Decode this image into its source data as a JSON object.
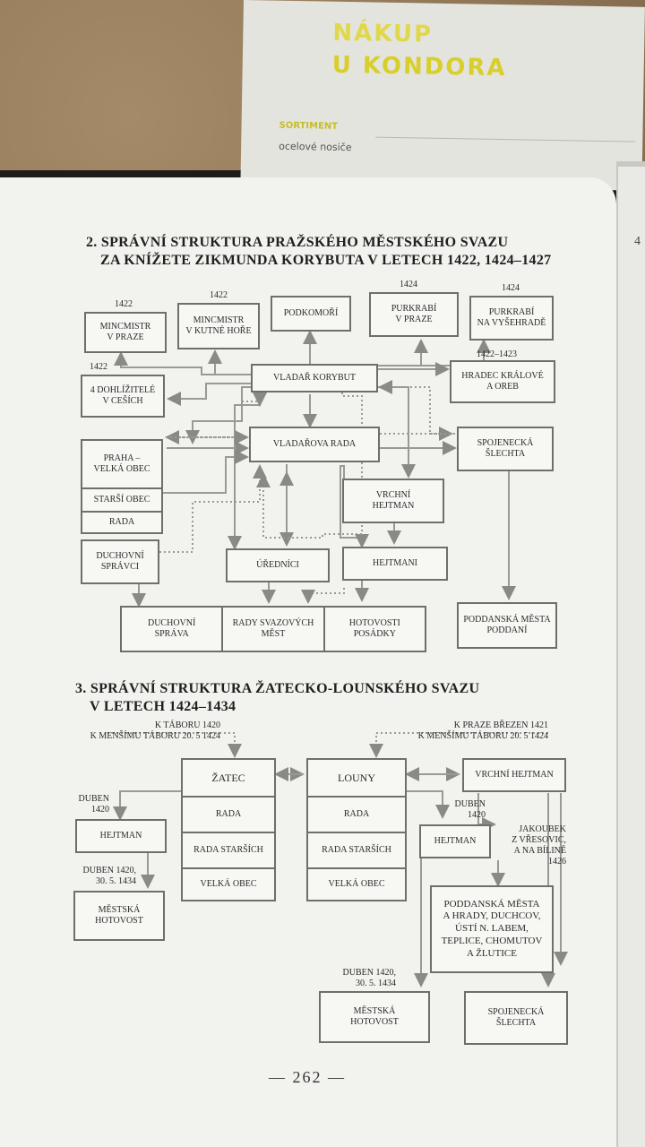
{
  "background": {
    "flyer_title_1": "NÁKUP",
    "flyer_title_2": "U KONDORA",
    "flyer_section": "SORTIMENT",
    "flyer_item": "ocelové nosiče",
    "right_page_fragment": "4"
  },
  "section2": {
    "title_line1": "2. SPRÁVNÍ STRUKTURA PRAŽSKÉHO MĚSTSKÉHO SVAZU",
    "title_line2": "ZA KNÍŽETE ZIKMUNDA KORYBUTA V LETECH 1422, 1424–1427",
    "boxes": {
      "mincmistr_praha": {
        "year": "1422",
        "label": "MINCMISTR\nV PRAZE"
      },
      "mincmistr_kutna": {
        "year": "1422",
        "label": "MINCMISTR\nV KUTNÉ HOŘE"
      },
      "podkomori": {
        "label": "PODKOMOŘÍ"
      },
      "purkrabi_praha": {
        "year": "1424",
        "label": "PURKRABÍ\nV PRAZE"
      },
      "purkrabi_vysehrad": {
        "year": "1424",
        "label": "PURKRABÍ\nNA VYŠEHRADĚ"
      },
      "dohlizitele": {
        "year": "1422",
        "label": "4 DOHLÍŽITELÉ\nV CEŠÍCH"
      },
      "vladar": {
        "label": "VLADAŘ KORYBUT"
      },
      "hradec": {
        "year": "1422–1423",
        "label": "HRADEC KRÁLOVÉ\nA OREB"
      },
      "praha_obec": {
        "label": "PRAHA –\nVELKÁ OBEC"
      },
      "starsi_obec": {
        "label": "STARŠÍ OBEC"
      },
      "rada": {
        "label": "RADA"
      },
      "vladarova_rada": {
        "label": "VLADAŘOVA RADA"
      },
      "spojenecka_slechta": {
        "label": "SPOJENECKÁ\nŠLECHTA"
      },
      "vrchni_hejtman": {
        "label": "VRCHNÍ\nHEJTMAN"
      },
      "duchovni_spravci": {
        "label": "DUCHOVNÍ\nSPRÁVCI"
      },
      "urednici": {
        "label": "ÚŘEDNÍCI"
      },
      "hejtmani": {
        "label": "HEJTMANI"
      },
      "duchovni_sprava": {
        "label": "DUCHOVNÍ\nSPRÁVA"
      },
      "rady_svazovych": {
        "label": "RADY SVAZOVÝCH\nMĚST"
      },
      "hotovosti": {
        "label": "HOTOVOSTI\nPOSÁDKY"
      },
      "poddanska_mesta": {
        "label": "PODDANSKÁ MĚSTA\nPODDANÍ"
      }
    }
  },
  "section3": {
    "title_line1": "3. SPRÁVNÍ STRUKTURA ŽATECKO-LOUNSKÉHO SVAZU",
    "title_line2": "V LETECH 1424–1434",
    "left_note": "K TÁBORU 1420\nK MENŠÍMU TÁBORU 20. 5 1424",
    "right_note": "K PRAZE BŘEZEN 1421\nK MENŠÍMU TÁBORU 20. 5 1424",
    "zatec": [
      "ŽATEC",
      "RADA",
      "RADA STARŠÍCH",
      "VELKÁ OBEC"
    ],
    "louny": [
      "LOUNY",
      "RADA",
      "RADA STARŠÍCH",
      "VELKÁ OBEC"
    ],
    "vrchni_hejtman": "VRCHNÍ HEJTMAN",
    "duben1420_left": "DUBEN\n1420",
    "hejtman_left": "HEJTMAN",
    "date_left": "DUBEN 1420,\n30. 5. 1434",
    "mestska_left": "MĚSTSKÁ\nHOTOVOST",
    "duben1420_right": "DUBEN\n1420",
    "hejtman_right": "HEJTMAN",
    "jakoubek": "JAKOUBEK\nZ VŘESOVIC,\nA NA BÍLINĚ\n1426",
    "poddanska": "PODDANSKÁ MĚSTA\nA HRADY, DUCHCOV,\nÚSTÍ N. LABEM,\nTEPLICE, CHOMUTOV\nA ŽLUTICE",
    "date_right": "DUBEN 1420,\n30. 5. 1434",
    "mestska_right": "MĚSTSKÁ\nHOTOVOST",
    "spojenecka": "SPOJENECKÁ\nŠLECHTA"
  },
  "page_number": "— 262 —"
}
